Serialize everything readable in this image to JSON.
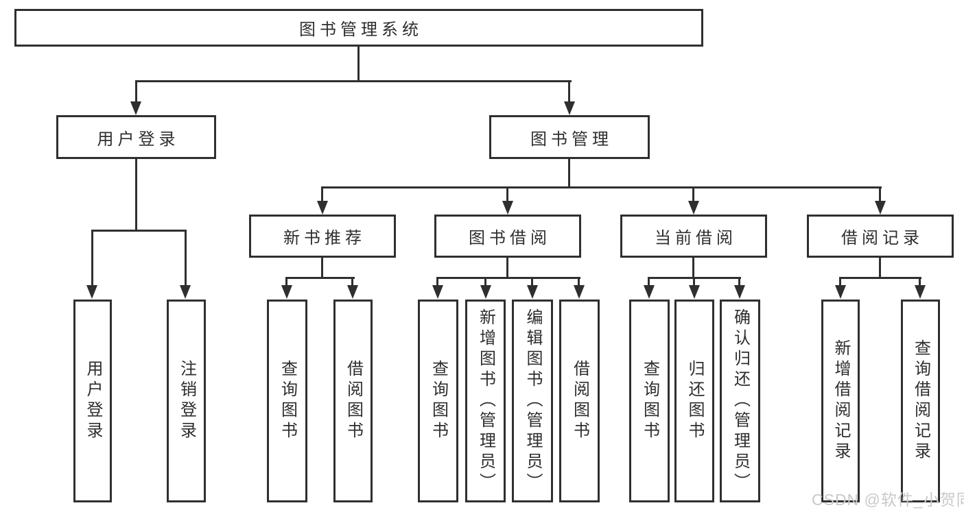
{
  "root": {
    "label": "图书管理系统"
  },
  "level2": {
    "user_login": "用户登录",
    "book_mgmt": "图书管理"
  },
  "level3": {
    "new_books": "新书推荐",
    "book_borrow": "图书借阅",
    "current_borrow": "当前借阅",
    "borrow_records": "借阅记录"
  },
  "leaves": {
    "user_login": [
      "用户登录",
      "注销登录"
    ],
    "new_books": [
      "查询图书",
      "借阅图书"
    ],
    "book_borrow": [
      "查询图书",
      "新增图书（管理员）",
      "编辑图书（管理员）",
      "借阅图书"
    ],
    "current_borrow": [
      "查询图书",
      "归还图书",
      "确认归还（管理员）"
    ],
    "borrow_records": [
      "新增借阅记录",
      "查询借阅记录"
    ]
  },
  "watermark": "CSDN @软件_小贺同学",
  "colors": {
    "line": "#2f2f2f",
    "text": "#2e2e2e",
    "watermark": "#c9c9c9",
    "background": "#ffffff"
  }
}
